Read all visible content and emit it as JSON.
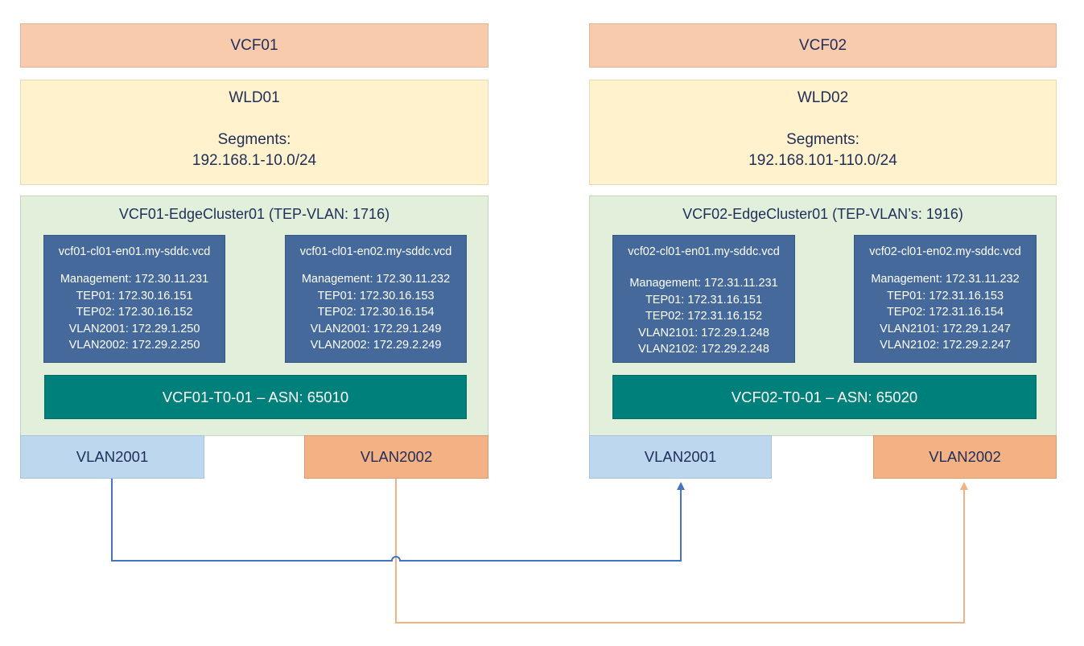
{
  "sites": [
    {
      "vcf": "VCF01",
      "wld": {
        "name": "WLD01",
        "segments_label": "Segments:",
        "segments_value": "192.168.1-10.0/24"
      },
      "edge_cluster": {
        "title": "VCF01-EdgeCluster01 (TEP-VLAN: 1716)",
        "nodes": [
          {
            "host": "vcf01-cl01-en01.my-sddc.vcd",
            "lines": [
              "Management: 172.30.11.231",
              "TEP01: 172.30.16.151",
              "TEP02: 172.30.16.152",
              "VLAN2001: 172.29.1.250",
              "VLAN2002: 172.29.2.250"
            ]
          },
          {
            "host": "vcf01-cl01-en02.my-sddc.vcd",
            "lines": [
              "Management: 172.30.11.232",
              "TEP01: 172.30.16.153",
              "TEP02: 172.30.16.154",
              "VLAN2001: 172.29.1.249",
              "VLAN2002: 172.29.2.249"
            ]
          }
        ],
        "t0": "VCF01-T0-01 – ASN: 65010"
      },
      "vlans": [
        "VLAN2001",
        "VLAN2002"
      ]
    },
    {
      "vcf": "VCF02",
      "wld": {
        "name": "WLD02",
        "segments_label": "Segments:",
        "segments_value": "192.168.101-110.0/24"
      },
      "edge_cluster": {
        "title": "VCF02-EdgeCluster01 (TEP-VLAN’s: 1916)",
        "nodes": [
          {
            "host": "vcf02-cl01-en01.my-sddc.vcd",
            "lines": [
              "Management: 172.31.11.231",
              "TEP01: 172.31.16.151",
              "TEP02: 172.31.16.152",
              "VLAN2101: 172.29.1.248",
              "VLAN2102: 172.29.2.248"
            ]
          },
          {
            "host": "vcf02-cl01-en02.my-sddc.vcd",
            "lines": [
              "Management: 172.31.11.232",
              "TEP01: 172.31.16.153",
              "TEP02: 172.31.16.154",
              "VLAN2101: 172.29.1.247",
              "VLAN2102: 172.29.2.247"
            ]
          }
        ],
        "t0": "VCF02-T0-01 – ASN: 65020"
      },
      "vlans": [
        "VLAN2001",
        "VLAN2002"
      ]
    }
  ],
  "colors": {
    "vcf": "#f8cbad",
    "wld": "#fff2cc",
    "edge_cluster": "#e2efda",
    "edge_node": "#44699a",
    "t0": "#00807a",
    "vlan2001": "#bdd7ee",
    "vlan2002": "#f4b183",
    "link_vlan2001": "#4472c4",
    "link_vlan2002": "#f4b183",
    "text": "#1f2d5a"
  }
}
